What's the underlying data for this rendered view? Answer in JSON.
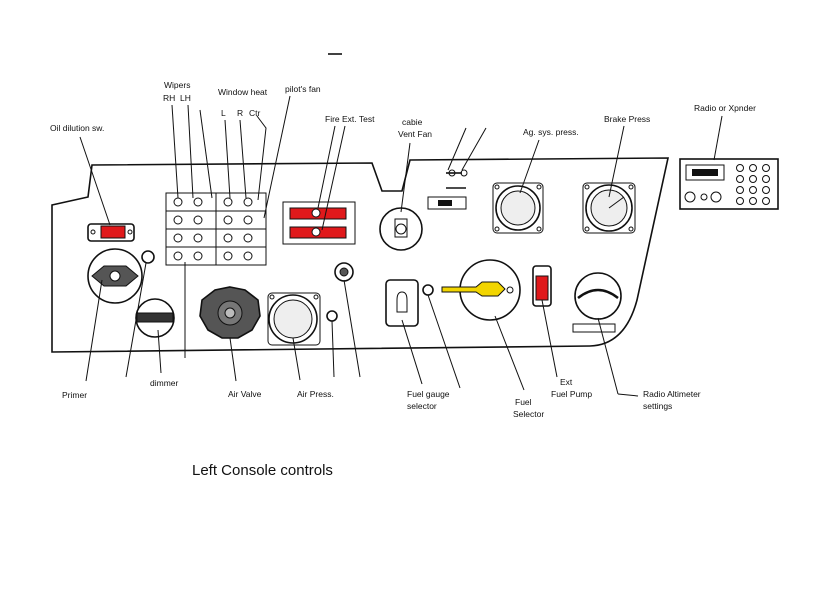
{
  "caption": "Left Console controls",
  "labels": {
    "wipers": "Wipers",
    "wipers_rh": "RH",
    "wipers_lh": "LH",
    "window_heat": "Window heat",
    "window_heat_l": "L",
    "window_heat_r": "R",
    "window_heat_ctr": "Ctr",
    "pilots_fan": "pilot's fan",
    "oil_dilution": "Oil dilution sw.",
    "fire_ext_test": "Fire Ext. Test",
    "cabin_fan_1": "cabie",
    "cabin_fan_2": "Vent Fan",
    "ag_sys_press": "Ag. sys. press.",
    "brake_press": "Brake Press",
    "radio_xpnder": "Radio or Xpnder",
    "primer": "Primer",
    "dimmer": "dimmer",
    "air_valve": "Air Valve",
    "air_press": "Air Press.",
    "fuel_gauge_1": "Fuel gauge",
    "fuel_gauge_2": "selector",
    "fuel_selector_1": "Fuel",
    "fuel_selector_2": "Selector",
    "ext_fuel_pump_1": "Ext",
    "ext_fuel_pump_2": "Fuel Pump",
    "radio_alt_1": "Radio Altimeter",
    "radio_alt_2": "settings"
  },
  "colors": {
    "ink": "#111111",
    "red": "#e0191b",
    "yellow": "#f2d500",
    "gauge": "#eeeeee"
  }
}
